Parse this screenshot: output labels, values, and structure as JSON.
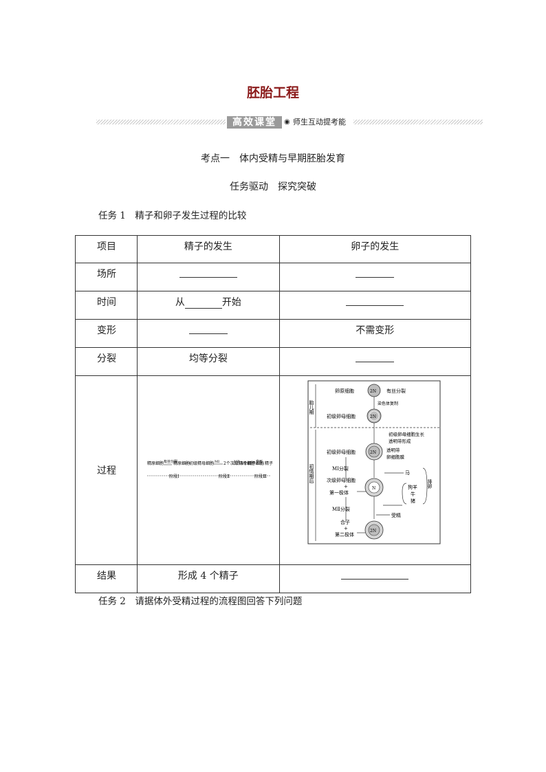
{
  "title": "胚胎工程",
  "banner": {
    "tag": "高效课堂",
    "dot": "◉",
    "subtitle": "师生互动提考能"
  },
  "section": {
    "heading": "考点一　体内受精与早期胚胎发育",
    "subheading": "任务驱动　探究突破"
  },
  "task1": "任务 1　精子和卵子发生过程的比较",
  "task2": "任务 2　请据体外受精过程的流程图回答下列问题",
  "table": {
    "headers": [
      "项目",
      "精子的发生",
      "卵子的发生"
    ],
    "rows": {
      "place": {
        "label": "场所"
      },
      "time": {
        "label": "时间",
        "sperm_prefix": "从",
        "sperm_suffix": "开始"
      },
      "deform": {
        "label": "变形",
        "egg": "不需变形"
      },
      "division": {
        "label": "分裂",
        "sperm": "均等分裂"
      },
      "process": {
        "label": "过程"
      },
      "result": {
        "label": "结果",
        "sperm": "形成 4 个精子"
      }
    }
  },
  "sperm_diagram": {
    "cells": [
      "精原细胞",
      "有丝分裂",
      "精原细胞",
      "初级精母细胞",
      "MⅠ",
      "2个次级精母细胞",
      "MⅡ",
      "4个精子细胞",
      "变形",
      "精子"
    ],
    "stages": [
      "阶段Ⅰ",
      "阶段Ⅱ",
      "阶段Ⅲ"
    ]
  },
  "egg_diagram": {
    "period_fetal": "胎儿期",
    "period_puberty": "初情期后",
    "ploidy": "2N",
    "nucleus": "N",
    "labels": {
      "oogonium": "卵原细胞",
      "mitosis": "有丝分裂",
      "replication": "染色体复制",
      "primary1": "初级卵母细胞",
      "follicle_note1": "初级卵母细胞生长",
      "follicle_note2": "透明带形成",
      "primary2": "初级卵母细胞",
      "zona": "透明带",
      "membrane": "卵细胞膜",
      "m1": "MⅠ分裂",
      "secondary": "次级卵母细胞",
      "plus": "+",
      "first_polar": "第一极体",
      "horse": "马",
      "dog_sheep": "狗羊",
      "cow": "牛",
      "pig": "猪",
      "ovulation": "排卵",
      "m2": "MⅡ分裂",
      "fertilization": "受精",
      "zygote": "合子",
      "second_polar": "第二极体"
    }
  }
}
